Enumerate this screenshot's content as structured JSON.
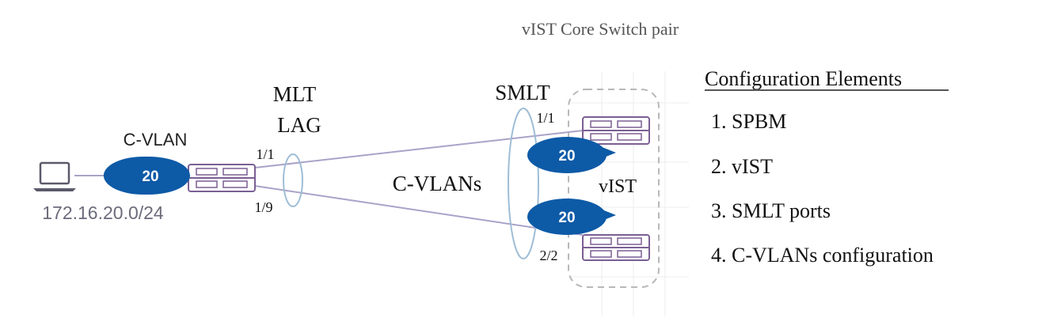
{
  "title": "vIST Core Switch pair",
  "labels": {
    "mlt": "MLT",
    "lag": "LAG",
    "smlt": "SMLT",
    "c_vlan": "C-VLAN",
    "c_vlans": "C-VLANs",
    "vist": "vIST",
    "subnet": "172.16.20.0/24"
  },
  "ports": {
    "edge_upper": "1/1",
    "edge_lower": "1/9",
    "core_upper": "1/1",
    "core_lower": "2/2"
  },
  "vlan_bubbles": {
    "edge": "20",
    "core_upper": "20",
    "core_lower": "20"
  },
  "config": {
    "heading": "Configuration Elements",
    "items": [
      "1. SPBM",
      "2. vIST",
      "3. SMLT ports",
      "4. C-VLANs configuration"
    ]
  },
  "colors": {
    "bubble": "#0d5aa7",
    "link": "#a9a3c8",
    "switch": "#7b5f94",
    "lag_ring": "#9fbdd6",
    "dashed_box": "#b8b8b8",
    "subnet_text": "#6b6b7b"
  }
}
